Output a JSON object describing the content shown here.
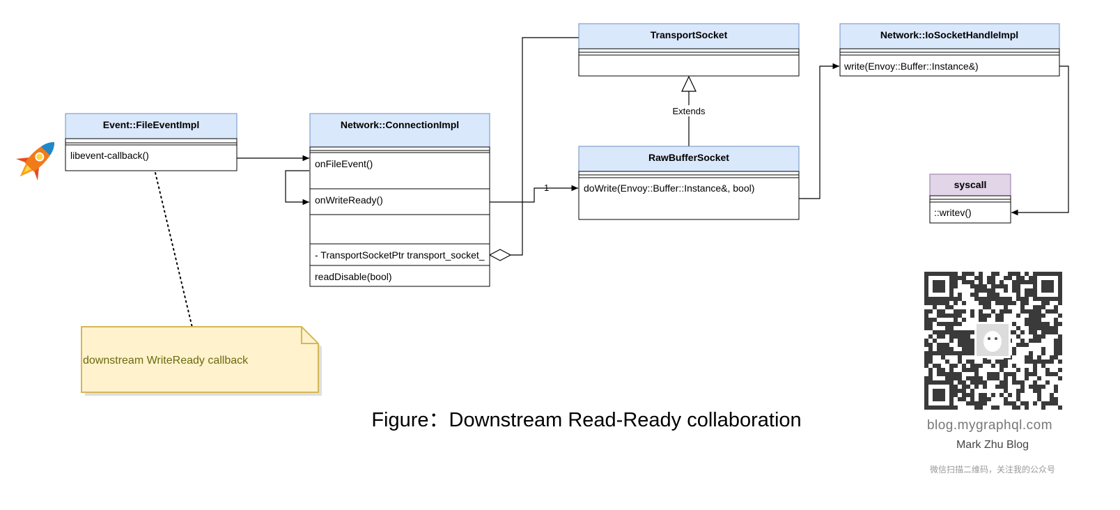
{
  "colors": {
    "class_header_fill": "#dae8fc",
    "class_header_stroke": "#6c8ebf",
    "syscall_header_fill": "#e1d5e7",
    "syscall_header_stroke": "#9673a6",
    "note_fill": "#fff2cc",
    "note_stroke": "#d6b656",
    "note_text": "#6b6a10"
  },
  "classes": {
    "file_event": {
      "title": "Event::FileEventImpl",
      "members": [
        "libevent-callback()"
      ]
    },
    "connection": {
      "title": "Network::ConnectionImpl",
      "members": [
        "onFileEvent()",
        "onWriteReady()",
        "",
        "- TransportSocketPtr transport_socket_",
        "readDisable(bool)"
      ]
    },
    "transport_socket": {
      "title": "TransportSocket",
      "members": [
        ""
      ]
    },
    "raw_buffer_socket": {
      "title": "RawBufferSocket",
      "members": [
        "doWrite(Envoy::Buffer::Instance&, bool)"
      ]
    },
    "io_socket_handle": {
      "title": "Network::IoSocketHandleImpl",
      "members": [
        "write(Envoy::Buffer::Instance&)"
      ]
    },
    "syscall": {
      "title": "syscall",
      "members": [
        "::writev()"
      ]
    }
  },
  "edges": {
    "extends_label": "Extends",
    "multiplicity": "1"
  },
  "note": {
    "text": "downstream WriteReady callback"
  },
  "caption": "Figure：Downstream Read-Ready collaboration",
  "watermark": {
    "site": "blog.mygraphql.com",
    "author": "Mark Zhu Blog",
    "hint": "微信扫描二维码，关注我的公众号"
  },
  "icons": {
    "start": "rocket-icon",
    "qr": "qr-code-icon"
  }
}
